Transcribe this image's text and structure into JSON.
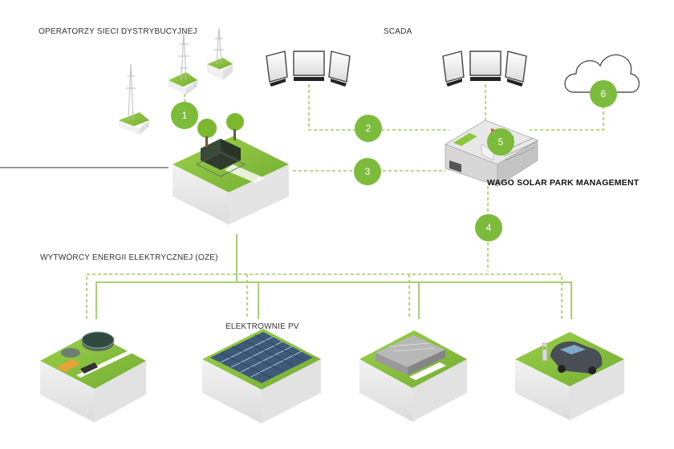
{
  "labels": {
    "dso": "OPERATORZY SIECI DYSTRYBUCYJNEJ",
    "scada": "SCADA",
    "wago": "WAGO SOLAR PARK MANAGEMENT",
    "producers": "WYTWÓRCY ENERGII ELEKTRYCZNEJ (OZE)",
    "pv": "ELEKTROWNIE PV"
  },
  "badges": [
    "1",
    "2",
    "3",
    "4",
    "5",
    "6"
  ],
  "colors": {
    "accent": "#7dbb3c",
    "line_solid": "#9acd5a",
    "line_dashed": "#8dc63f",
    "grass": "#8dc63f",
    "tile": "#f4f4f4",
    "tile_side": "#e6e6e6"
  },
  "icons": [
    "transmission-tower-icon",
    "monitor-icon",
    "cloud-icon",
    "wago-controller-icon",
    "substation-icon",
    "biogas-plant-icon",
    "pv-farm-icon",
    "industrial-plant-icon",
    "ev-charging-icon"
  ]
}
